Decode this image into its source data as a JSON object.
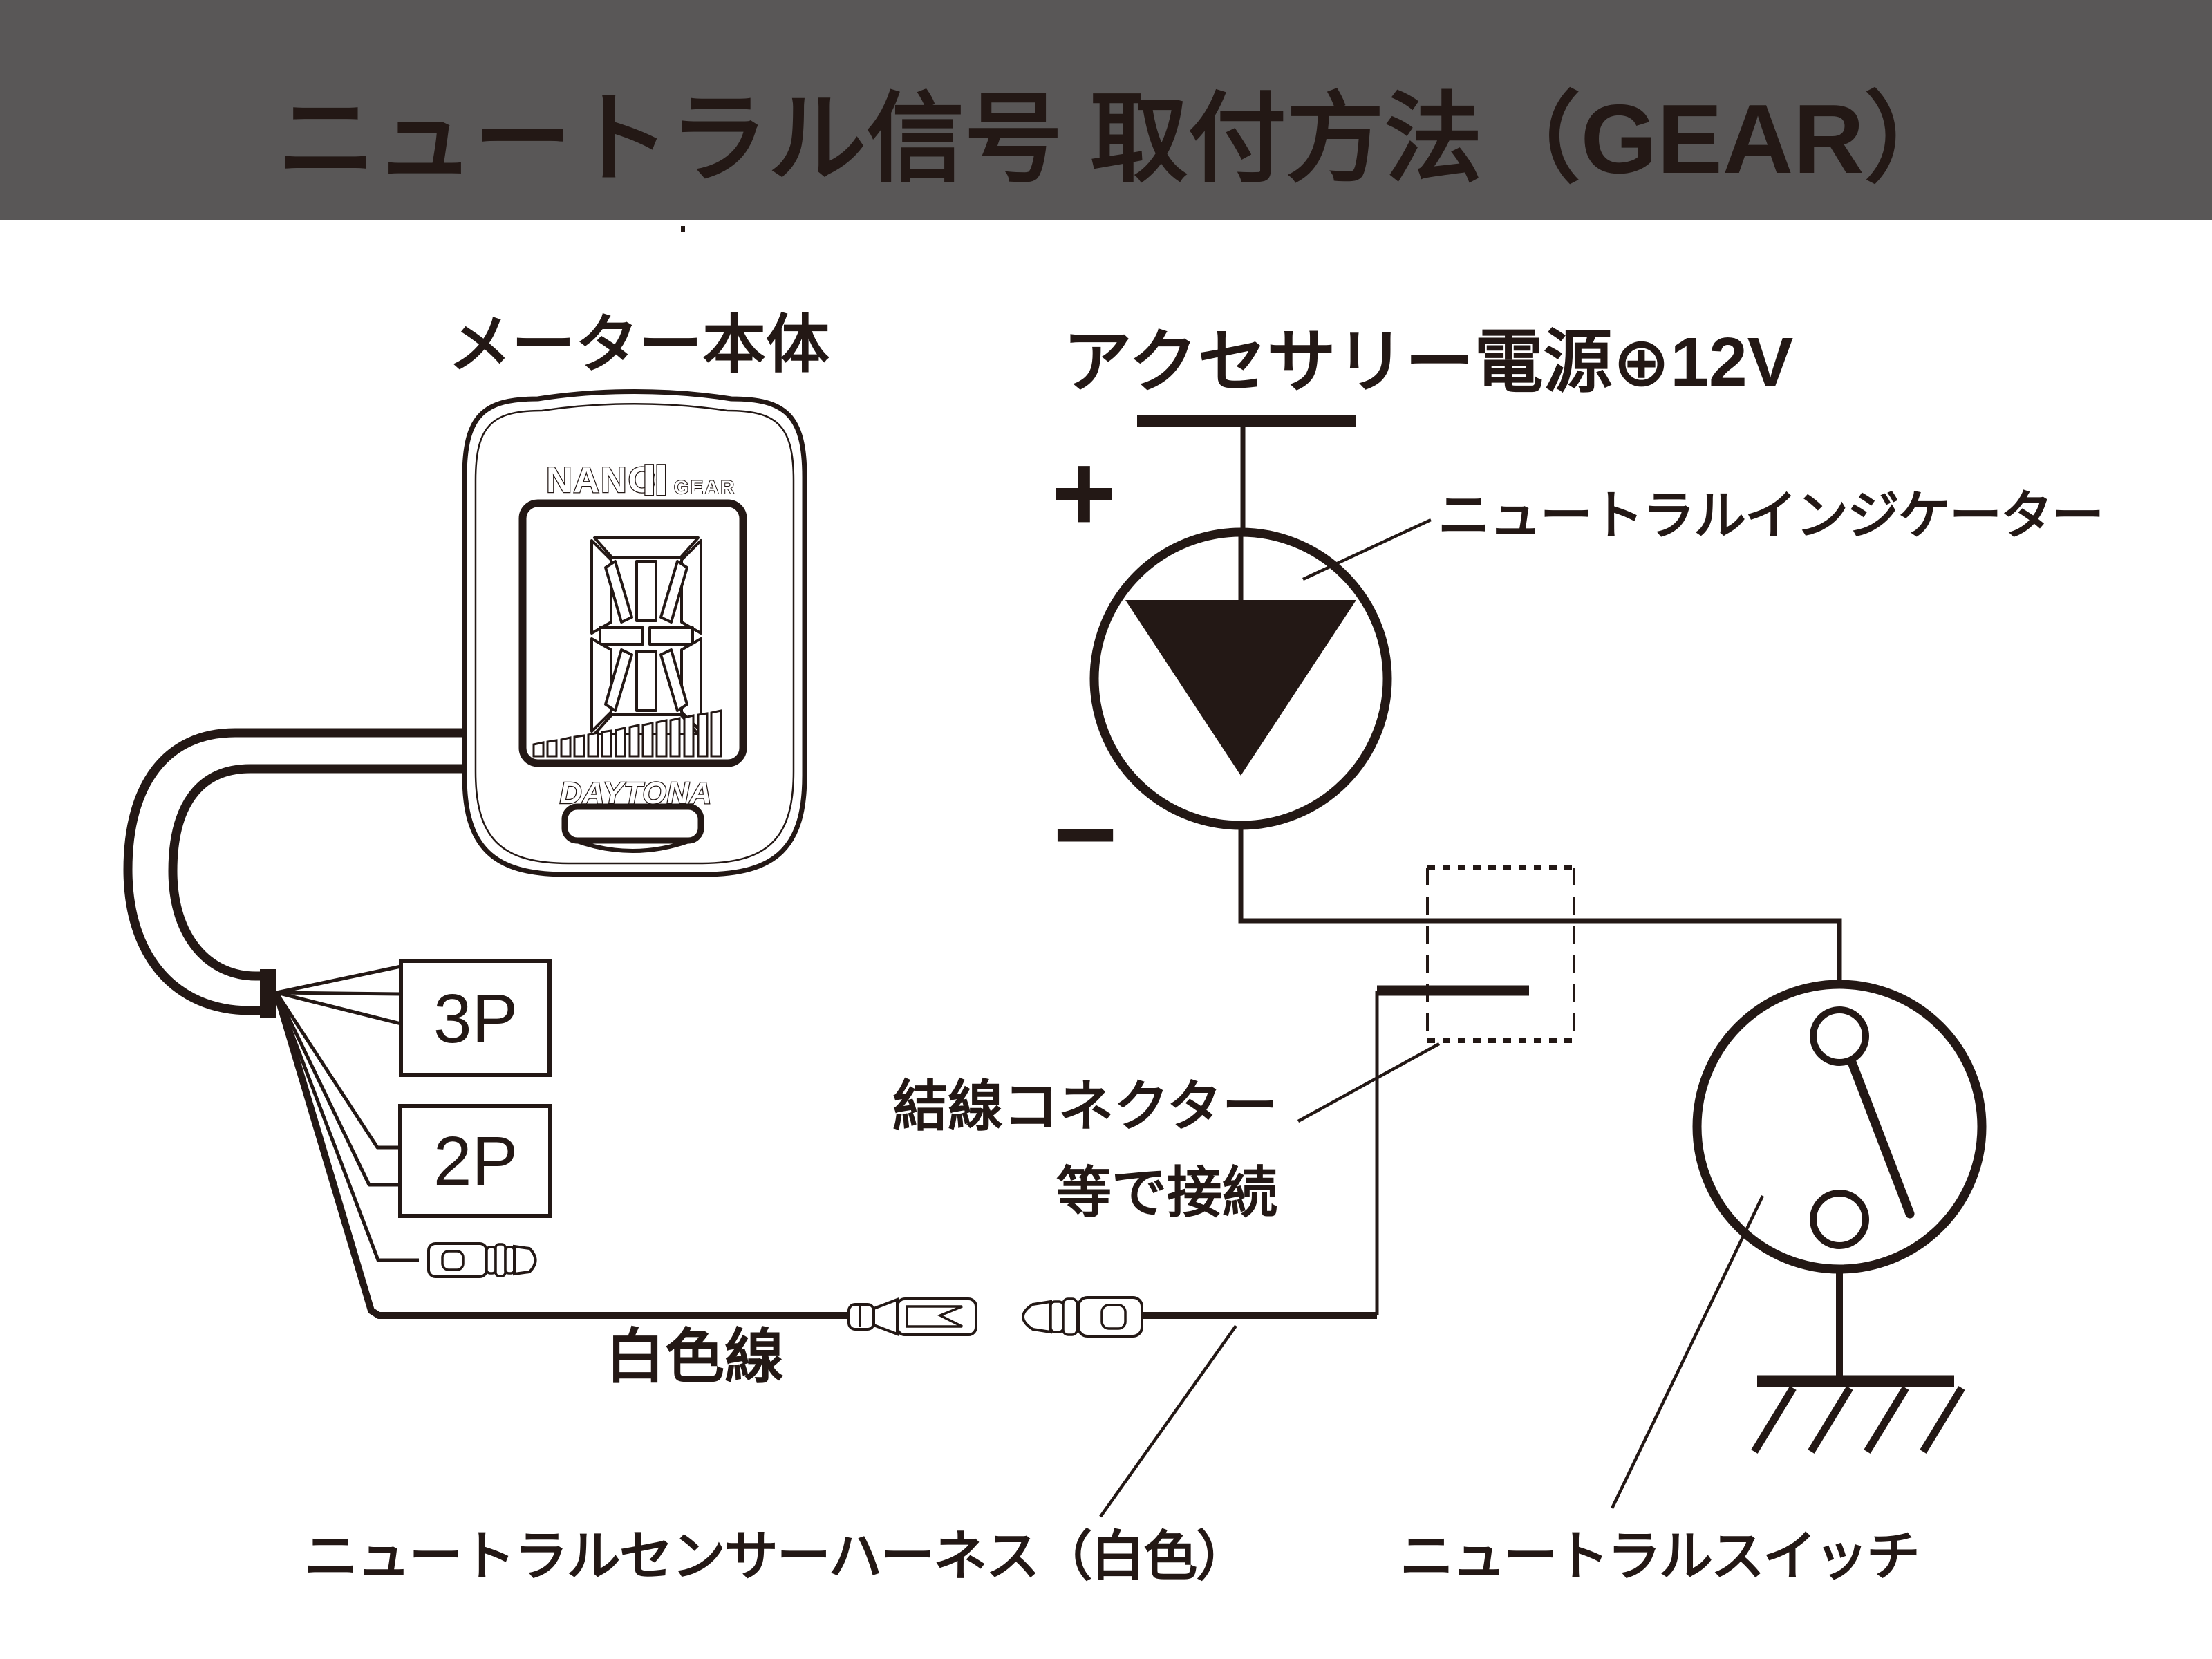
{
  "colors": {
    "header_bg": "#595757",
    "ink": "#231815",
    "paper": "#ffffff"
  },
  "header": {
    "title": "ニュートラル信号 取付方法（GEAR）"
  },
  "meter": {
    "label": "メーター本体",
    "logo_main": "NANO",
    "logo_numeral": "Ⅱ",
    "logo_sub": "GEAR",
    "brand": "DAYTONA"
  },
  "connector_boxes": {
    "p3": "3P",
    "p2": "2P"
  },
  "power": {
    "label": "アクセサリー電源⊕12V",
    "plus": "+",
    "minus": "−"
  },
  "indicator": {
    "label": "ニュートラルインジケーター"
  },
  "splice": {
    "line1": "結線コネクター",
    "line2": "等で接続"
  },
  "wires": {
    "white_wire": "白色線",
    "harness": "ニュートラルセンサーハーネス（白色）"
  },
  "switch": {
    "label": "ニュートラルスイッチ"
  }
}
